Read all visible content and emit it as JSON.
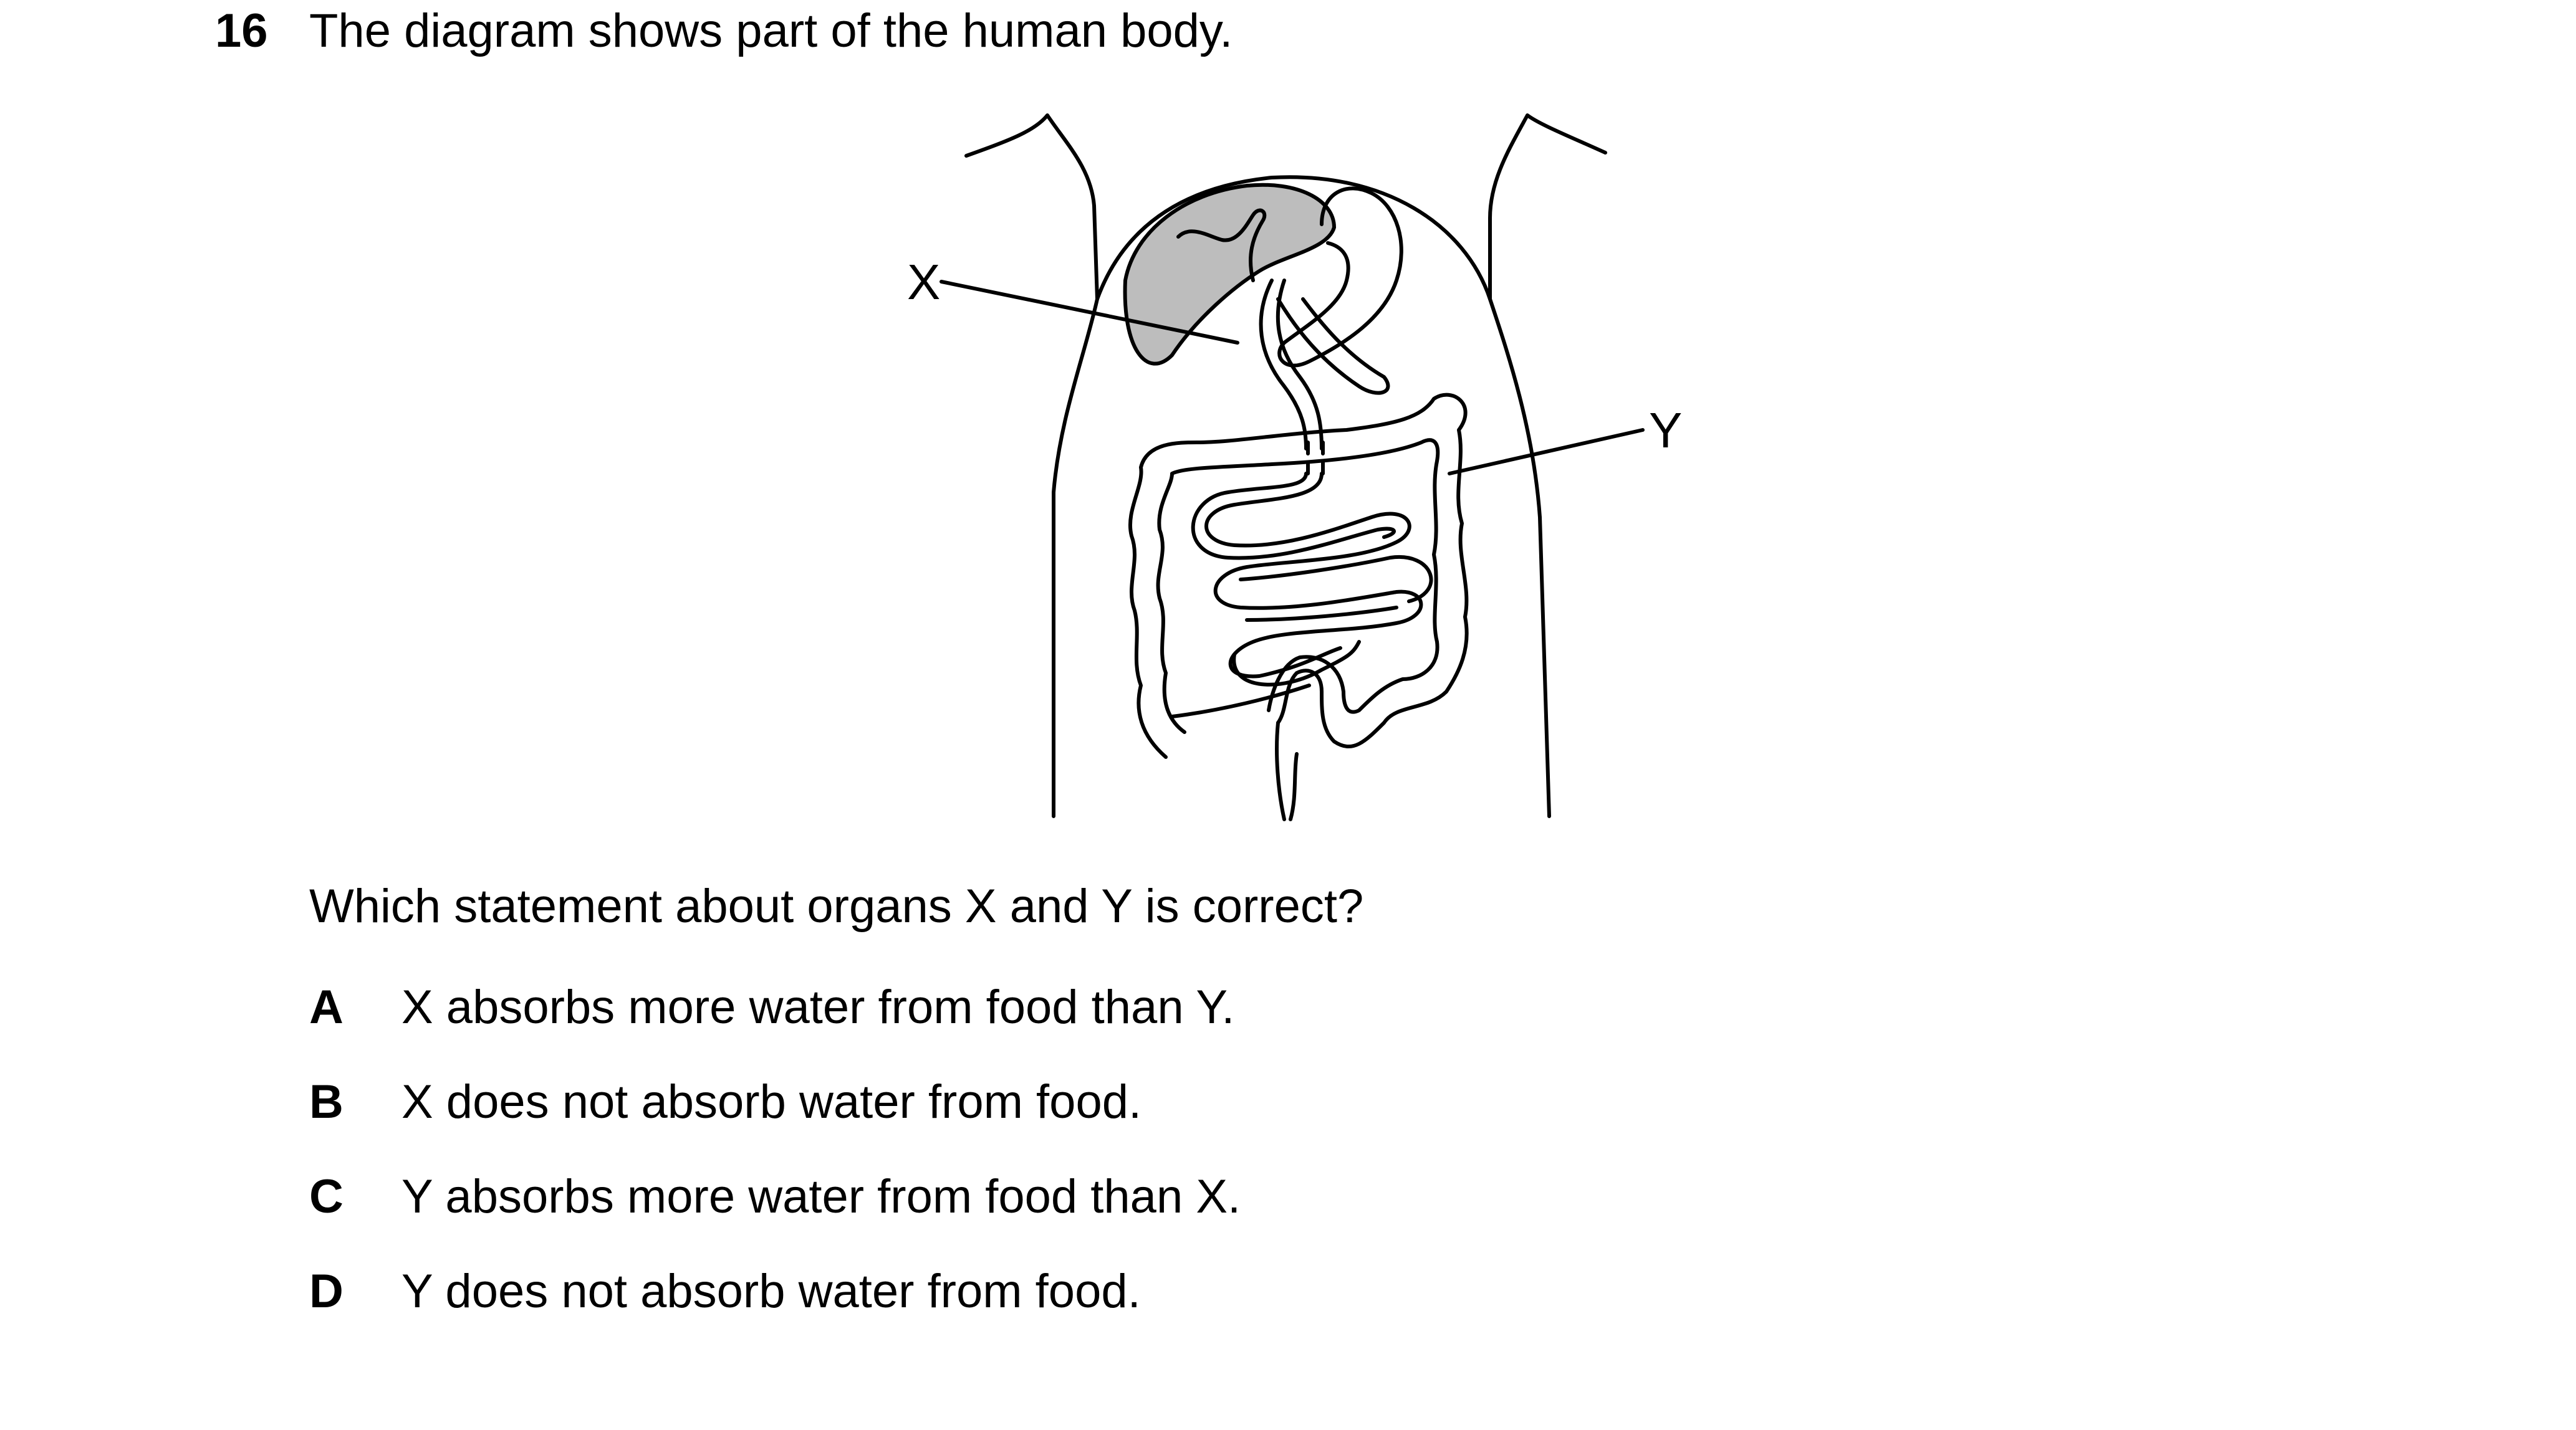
{
  "question": {
    "number": "16",
    "stem": "The diagram shows part of the human body.",
    "prompt": "Which statement about organs X and Y is correct?"
  },
  "diagram": {
    "label_x": "X",
    "label_y": "Y"
  },
  "options": [
    {
      "letter": "A",
      "text": "X absorbs more water from food than Y."
    },
    {
      "letter": "B",
      "text": "X does not absorb water from food."
    },
    {
      "letter": "C",
      "text": "Y absorbs more water from food than X."
    },
    {
      "letter": "D",
      "text": "Y does not absorb water from food."
    }
  ]
}
